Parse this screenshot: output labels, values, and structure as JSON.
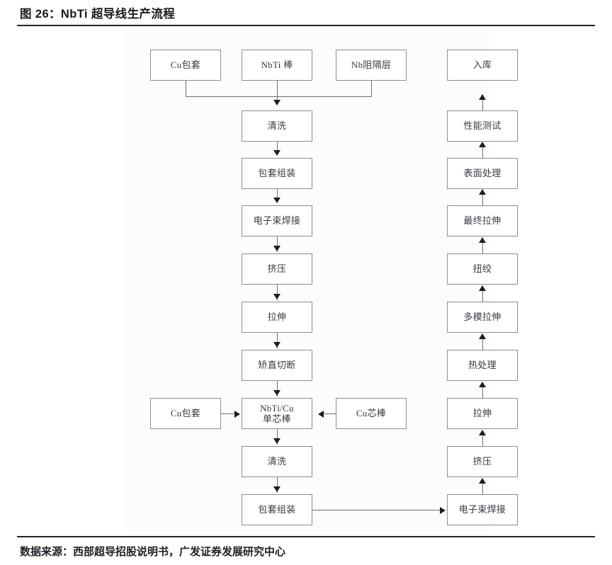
{
  "header": {
    "title": "图 26：NbTi 超导线生产流程"
  },
  "footer": {
    "source": "数据来源：西部超导招股说明书，广发证券发展研究中心"
  },
  "diagram": {
    "type": "flowchart",
    "orientation": "two-column-serpentine",
    "inputs_top": [
      {
        "id": "cu-sheath-top",
        "label": "Cu包套"
      },
      {
        "id": "nbti-rod",
        "label": "NbTi 棒"
      },
      {
        "id": "nb-barrier",
        "label": "Nb阻隔层"
      }
    ],
    "left_column": [
      {
        "id": "clean-1",
        "label": "清洗"
      },
      {
        "id": "sheath-assembly-1",
        "label": "包套组装"
      },
      {
        "id": "ebeam-weld-1",
        "label": "电子束焊接"
      },
      {
        "id": "extrusion-1",
        "label": "挤压"
      },
      {
        "id": "drawing-1",
        "label": "拉伸"
      },
      {
        "id": "straighten-cut",
        "label": "矫直切断"
      },
      {
        "id": "nbti-cu-monofilament",
        "label": "NbTi/Cu\n单芯棒"
      },
      {
        "id": "clean-2",
        "label": "清洗"
      },
      {
        "id": "sheath-assembly-2",
        "label": "包套组装"
      }
    ],
    "side_inputs": [
      {
        "id": "cu-sheath-side",
        "label": "Cu包套",
        "side": "left",
        "target": "nbti-cu-monofilament"
      },
      {
        "id": "cu-core-rod",
        "label": "Cu芯棒",
        "side": "right",
        "target": "nbti-cu-monofilament"
      }
    ],
    "right_column_bottom_to_top": [
      {
        "id": "ebeam-weld-2",
        "label": "电子束焊接"
      },
      {
        "id": "extrusion-2",
        "label": "挤压"
      },
      {
        "id": "drawing-2",
        "label": "拉伸"
      },
      {
        "id": "heat-treatment",
        "label": "热处理"
      },
      {
        "id": "multi-die-drawing",
        "label": "多模拉伸"
      },
      {
        "id": "twisting",
        "label": "扭绞"
      },
      {
        "id": "final-drawing",
        "label": "最终拉伸"
      },
      {
        "id": "surface-treatment",
        "label": "表面处理"
      },
      {
        "id": "performance-test",
        "label": "性能测试"
      },
      {
        "id": "warehousing",
        "label": "入库"
      }
    ],
    "cross_link": {
      "from": "sheath-assembly-2",
      "to": "ebeam-weld-2",
      "direction": "right"
    },
    "colors": {
      "box_border": "#8c8c94",
      "box_fill": "#ffffff",
      "connector": "#6e6e76",
      "arrow_head": "#1d1d22",
      "rule": "#23232b",
      "text": "#3a3a42"
    }
  }
}
